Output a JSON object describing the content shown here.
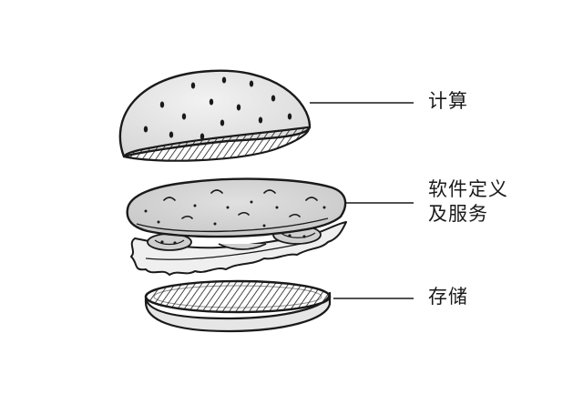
{
  "diagram": {
    "labels": {
      "compute": "计算",
      "software_defined_services_line1": "软件定义",
      "software_defined_services_line2": "及服务",
      "storage": "存储"
    },
    "parts": [
      {
        "name": "top-bun",
        "meaning": "compute-layer"
      },
      {
        "name": "patty-with-lettuce-and-tomato",
        "meaning": "software-defined-services-layer"
      },
      {
        "name": "bottom-bun",
        "meaning": "storage-layer"
      }
    ],
    "colors": {
      "ink": "#1a1a1a",
      "bun": "#e6e6e6",
      "patty": "#d2d2d2",
      "lettuce": "#efefef",
      "tomato": "#cfcfcf"
    }
  }
}
